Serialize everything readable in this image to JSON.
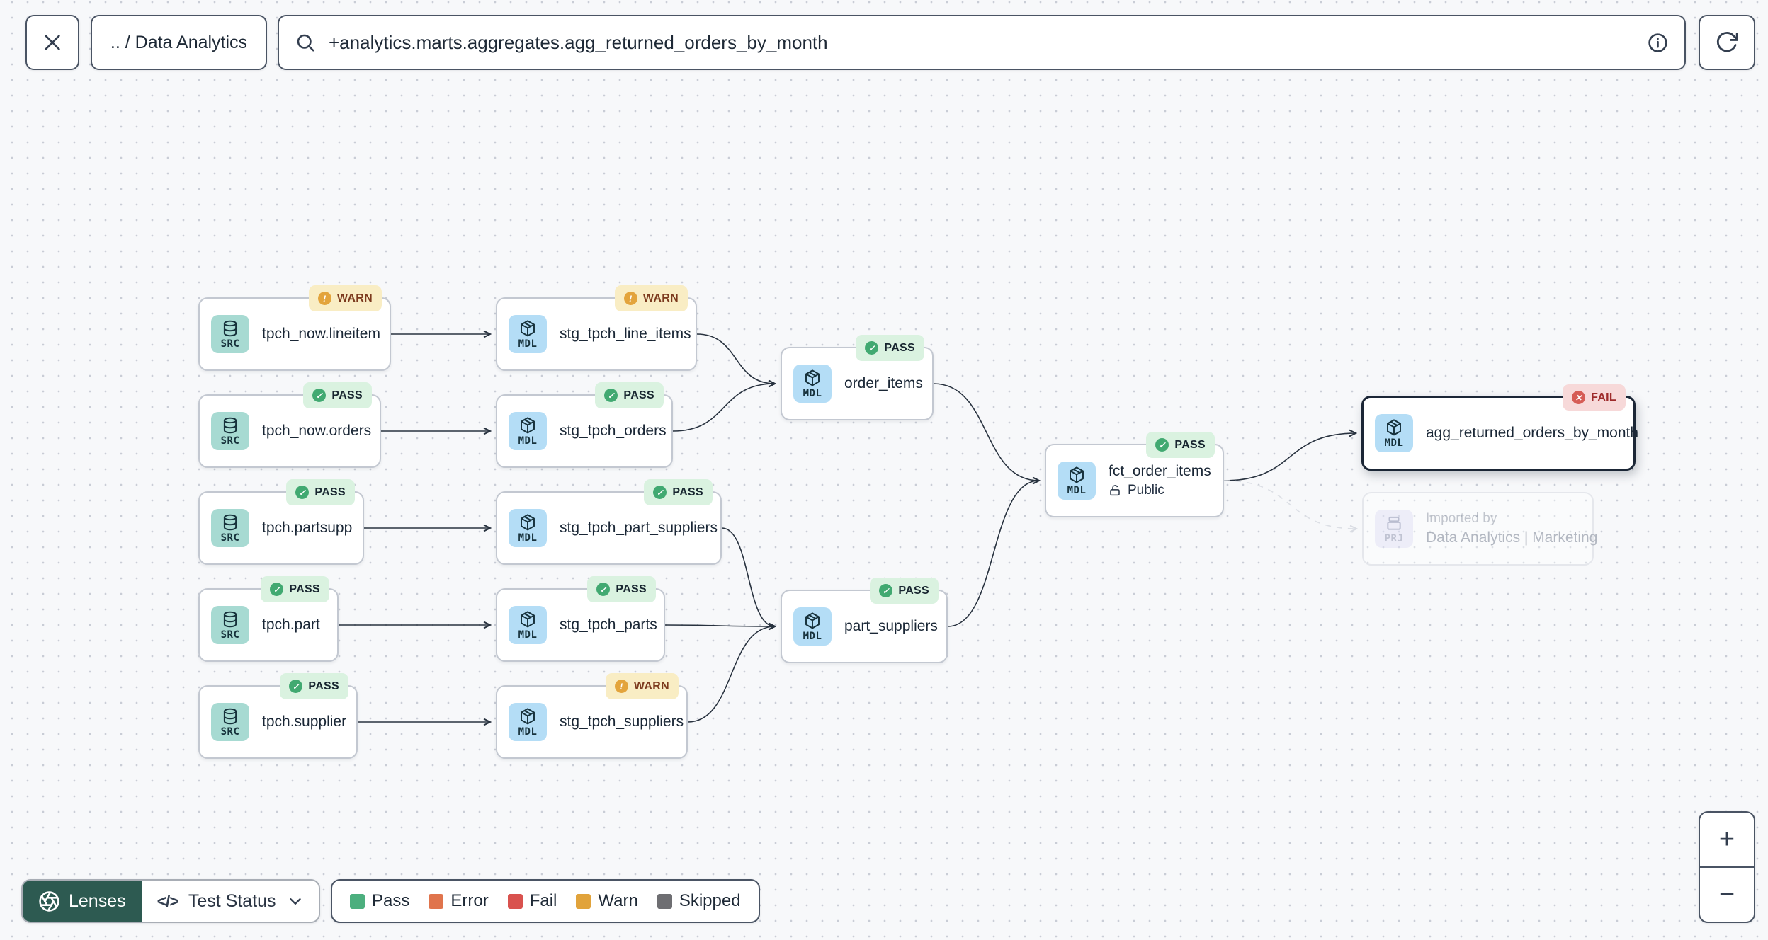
{
  "topbar": {
    "close_icon": "x-icon",
    "breadcrumb": ".. / Data Analytics",
    "search": {
      "icon": "search-icon",
      "value": "+analytics.marts.aggregates.agg_returned_orders_by_month",
      "info_icon": "info-icon"
    },
    "refresh_icon": "refresh-icon"
  },
  "graph": {
    "nodes": [
      {
        "id": "tpch_now_lineitem",
        "type": "SRC",
        "type_icon": "database-icon",
        "label": "tpch_now.lineitem",
        "status": "WARN"
      },
      {
        "id": "stg_tpch_line_items",
        "type": "MDL",
        "type_icon": "cube-icon",
        "label": "stg_tpch_line_items",
        "status": "WARN"
      },
      {
        "id": "tpch_now_orders",
        "type": "SRC",
        "type_icon": "database-icon",
        "label": "tpch_now.orders",
        "status": "PASS"
      },
      {
        "id": "stg_tpch_orders",
        "type": "MDL",
        "type_icon": "cube-icon",
        "label": "stg_tpch_orders",
        "status": "PASS"
      },
      {
        "id": "tpch_partsupp",
        "type": "SRC",
        "type_icon": "database-icon",
        "label": "tpch.partsupp",
        "status": "PASS"
      },
      {
        "id": "stg_tpch_part_suppliers",
        "type": "MDL",
        "type_icon": "cube-icon",
        "label": "stg_tpch_part_suppliers",
        "status": "PASS"
      },
      {
        "id": "tpch_part",
        "type": "SRC",
        "type_icon": "database-icon",
        "label": "tpch.part",
        "status": "PASS"
      },
      {
        "id": "stg_tpch_parts",
        "type": "MDL",
        "type_icon": "cube-icon",
        "label": "stg_tpch_parts",
        "status": "PASS"
      },
      {
        "id": "tpch_supplier",
        "type": "SRC",
        "type_icon": "database-icon",
        "label": "tpch.supplier",
        "status": "PASS"
      },
      {
        "id": "stg_tpch_suppliers",
        "type": "MDL",
        "type_icon": "cube-icon",
        "label": "stg_tpch_suppliers",
        "status": "WARN"
      },
      {
        "id": "order_items",
        "type": "MDL",
        "type_icon": "cube-icon",
        "label": "order_items",
        "status": "PASS"
      },
      {
        "id": "part_suppliers",
        "type": "MDL",
        "type_icon": "cube-icon",
        "label": "part_suppliers",
        "status": "PASS"
      },
      {
        "id": "fct_order_items",
        "type": "MDL",
        "type_icon": "cube-icon",
        "label": "fct_order_items",
        "status": "PASS",
        "access": "Public",
        "access_icon": "unlock-icon"
      },
      {
        "id": "agg_returned_orders_by_month",
        "type": "MDL",
        "type_icon": "cube-icon",
        "label": "agg_returned_orders_by_month",
        "status": "FAIL",
        "selected": true
      },
      {
        "id": "imported_by",
        "type": "PRJ",
        "type_icon": "archive-icon",
        "label": "Data Analytics | Marketing",
        "sublabel": "Imported by",
        "faded": true
      }
    ],
    "edges": [
      {
        "from": "tpch_now_lineitem",
        "to": "stg_tpch_line_items"
      },
      {
        "from": "tpch_now_orders",
        "to": "stg_tpch_orders"
      },
      {
        "from": "tpch_partsupp",
        "to": "stg_tpch_part_suppliers"
      },
      {
        "from": "tpch_part",
        "to": "stg_tpch_parts"
      },
      {
        "from": "tpch_supplier",
        "to": "stg_tpch_suppliers"
      },
      {
        "from": "stg_tpch_line_items",
        "to": "order_items"
      },
      {
        "from": "stg_tpch_orders",
        "to": "order_items"
      },
      {
        "from": "stg_tpch_part_suppliers",
        "to": "part_suppliers"
      },
      {
        "from": "stg_tpch_parts",
        "to": "part_suppliers"
      },
      {
        "from": "stg_tpch_suppliers",
        "to": "part_suppliers"
      },
      {
        "from": "order_items",
        "to": "fct_order_items"
      },
      {
        "from": "part_suppliers",
        "to": "fct_order_items"
      },
      {
        "from": "fct_order_items",
        "to": "agg_returned_orders_by_month"
      },
      {
        "from": "fct_order_items",
        "to": "imported_by",
        "dashed": true
      }
    ],
    "badge_styles": {
      "PASS": {
        "bg": "#daf2e0",
        "icon_bg": "#41a971",
        "text": "#17252f",
        "glyph": "✓",
        "icon_name": "check-circle-icon"
      },
      "WARN": {
        "bg": "#f9edc4",
        "icon_bg": "#e3a43c",
        "text": "#7c3a1d",
        "glyph": "!",
        "icon_name": "warning-circle-icon"
      },
      "FAIL": {
        "bg": "#f7d9d9",
        "icon_bg": "#d65c55",
        "text": "#9e2b2b",
        "glyph": "✕",
        "icon_name": "fail-circle-icon"
      }
    }
  },
  "footer": {
    "lenses_label": "Lenses",
    "lenses_icon": "aperture-icon",
    "lens_selector": {
      "icon": "code-icon",
      "icon_glyph": "</>",
      "label": "Test Status",
      "chevron": "chevron-down-icon"
    },
    "legend": [
      {
        "label": "Pass",
        "color": "#4caf7e"
      },
      {
        "label": "Error",
        "color": "#e0744c"
      },
      {
        "label": "Fail",
        "color": "#d9524e"
      },
      {
        "label": "Warn",
        "color": "#e1a33b"
      },
      {
        "label": "Skipped",
        "color": "#6e6e72"
      }
    ]
  },
  "zoom_controls": {
    "zoom_in": "+",
    "zoom_out": "−"
  }
}
